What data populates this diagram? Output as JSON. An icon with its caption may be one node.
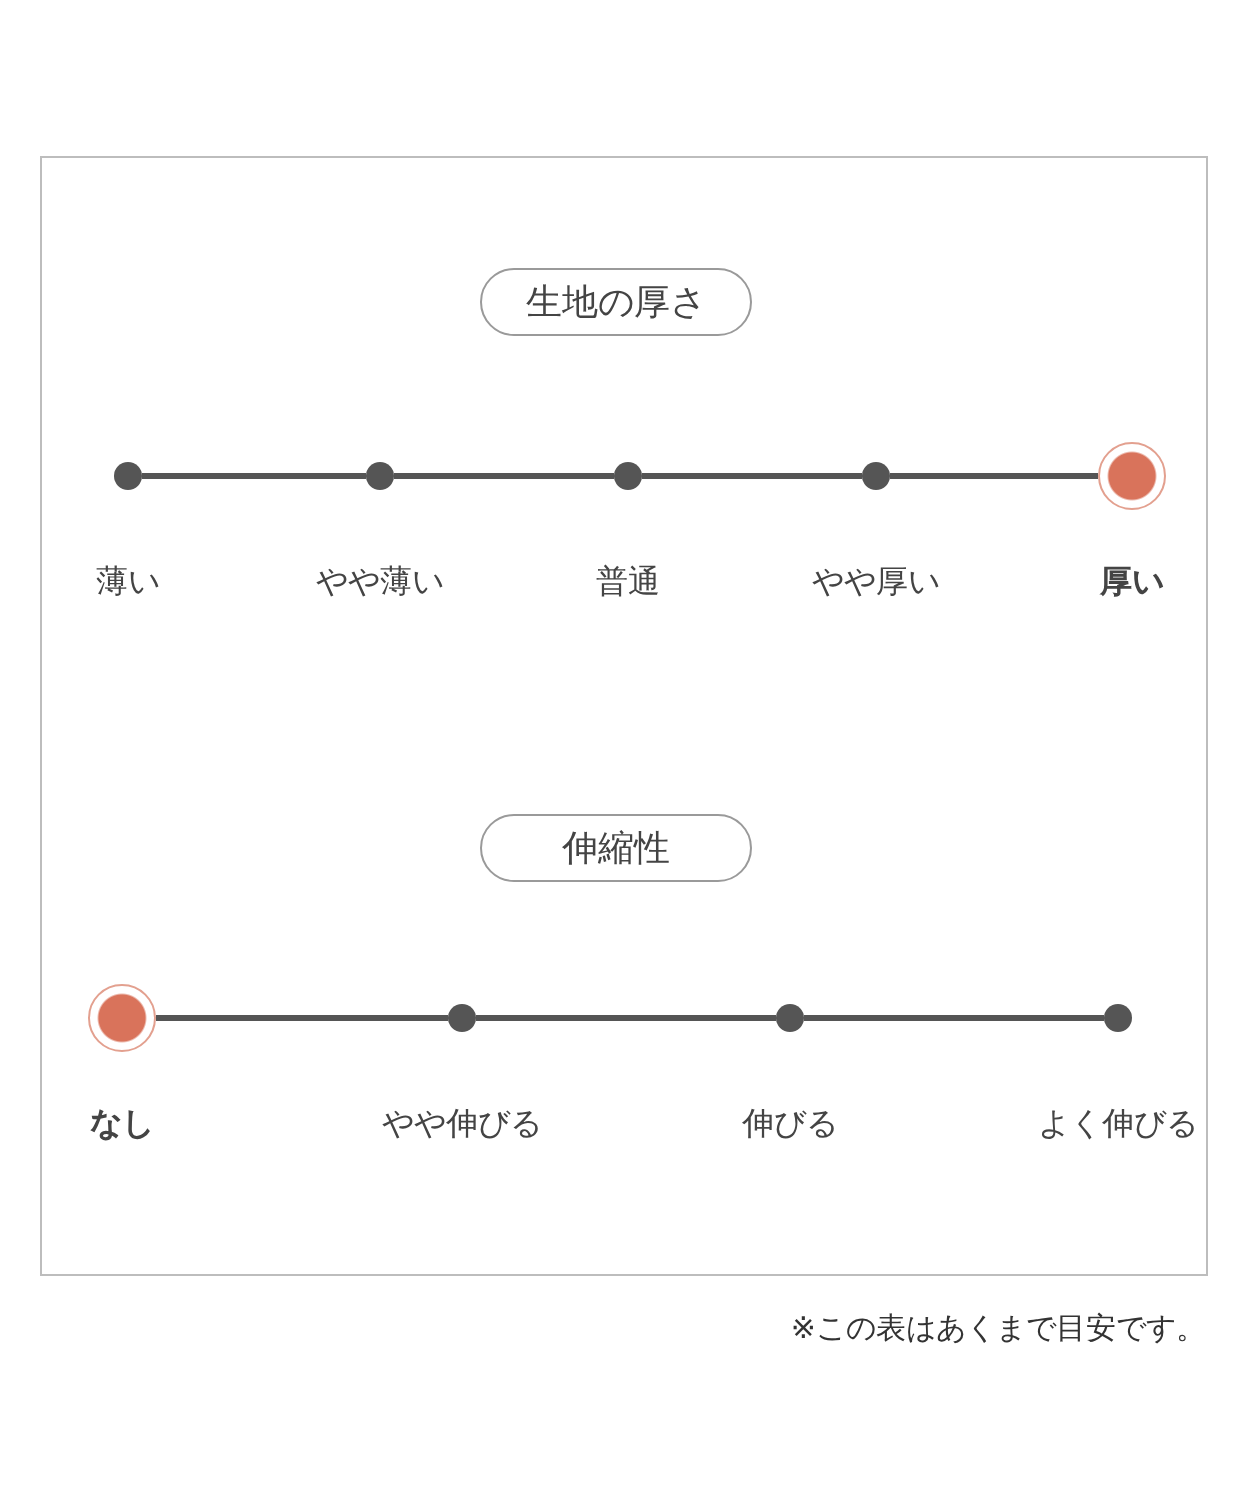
{
  "diagram": {
    "caption": "※この表はあくまで目安です。",
    "nodes": [
      {
        "text": [
          "生地の厚さ"
        ]
      },
      {
        "text": [],
        "shape": "circle",
        "beside": [
          "薄い"
        ]
      },
      {
        "text": [],
        "shape": "circle",
        "beside": [
          "やや薄い"
        ]
      },
      {
        "text": [],
        "shape": "circle",
        "beside": [
          "普通"
        ]
      },
      {
        "text": [],
        "shape": "circle",
        "beside": [
          "やや厚い"
        ]
      },
      {
        "text": [],
        "shape": "circle",
        "beside": [
          "厚い"
        ]
      },
      {
        "text": [
          "伸縮性"
        ]
      },
      {
        "text": [],
        "shape": "circle",
        "beside": [
          "なし"
        ]
      },
      {
        "text": [],
        "shape": "circle",
        "beside": [
          "やや伸びる"
        ]
      },
      {
        "text": [],
        "shape": "circle",
        "beside": [
          "伸びる"
        ]
      },
      {
        "text": [],
        "shape": "circle",
        "beside": [
          "よく伸びる"
        ]
      }
    ],
    "edges": [
      {
        "from": 1,
        "to": 2,
        "arrow": "none"
      },
      {
        "from": 2,
        "to": 3,
        "arrow": "none"
      },
      {
        "from": 3,
        "to": 4,
        "arrow": "none"
      },
      {
        "from": 4,
        "to": 5,
        "arrow": "none"
      },
      {
        "from": 7,
        "to": 8,
        "arrow": "none"
      },
      {
        "from": 8,
        "to": 9,
        "arrow": "none"
      },
      {
        "from": 9,
        "to": 10,
        "arrow": "none"
      }
    ]
  }
}
